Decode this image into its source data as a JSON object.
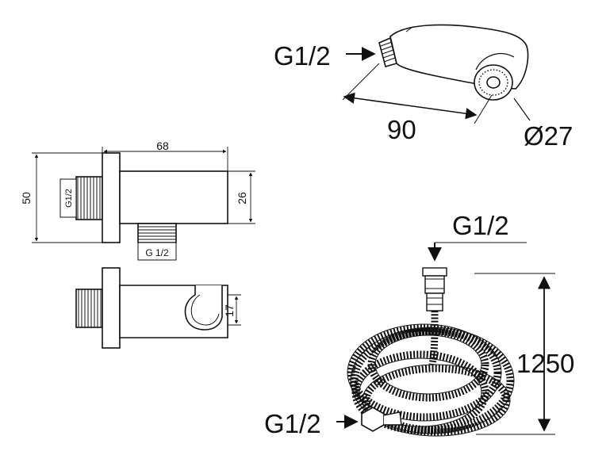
{
  "handshower": {
    "inlet_thread": "G1/2",
    "length": "90",
    "diameter": "Ø27"
  },
  "wall_outlet": {
    "width": "68",
    "height": "50",
    "body_height": "26",
    "rear_thread": "G1/2",
    "bottom_thread": "G 1/2",
    "holder_opening": "17"
  },
  "hose": {
    "top_thread": "G1/2",
    "bottom_thread": "G1/2",
    "length": "1250"
  }
}
